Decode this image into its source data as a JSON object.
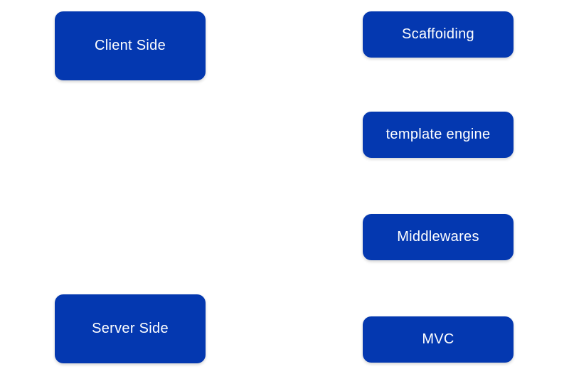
{
  "colors": {
    "node_fill": "#0438b0",
    "node_text": "#ffffff",
    "background": "#ffffff"
  },
  "nodes": {
    "client_side": "Client Side",
    "server_side": "Server Side",
    "scaffolding": "Scaffoiding",
    "template_engine": "template engine",
    "middlewares": "Middlewares",
    "mvc": "MVC"
  }
}
